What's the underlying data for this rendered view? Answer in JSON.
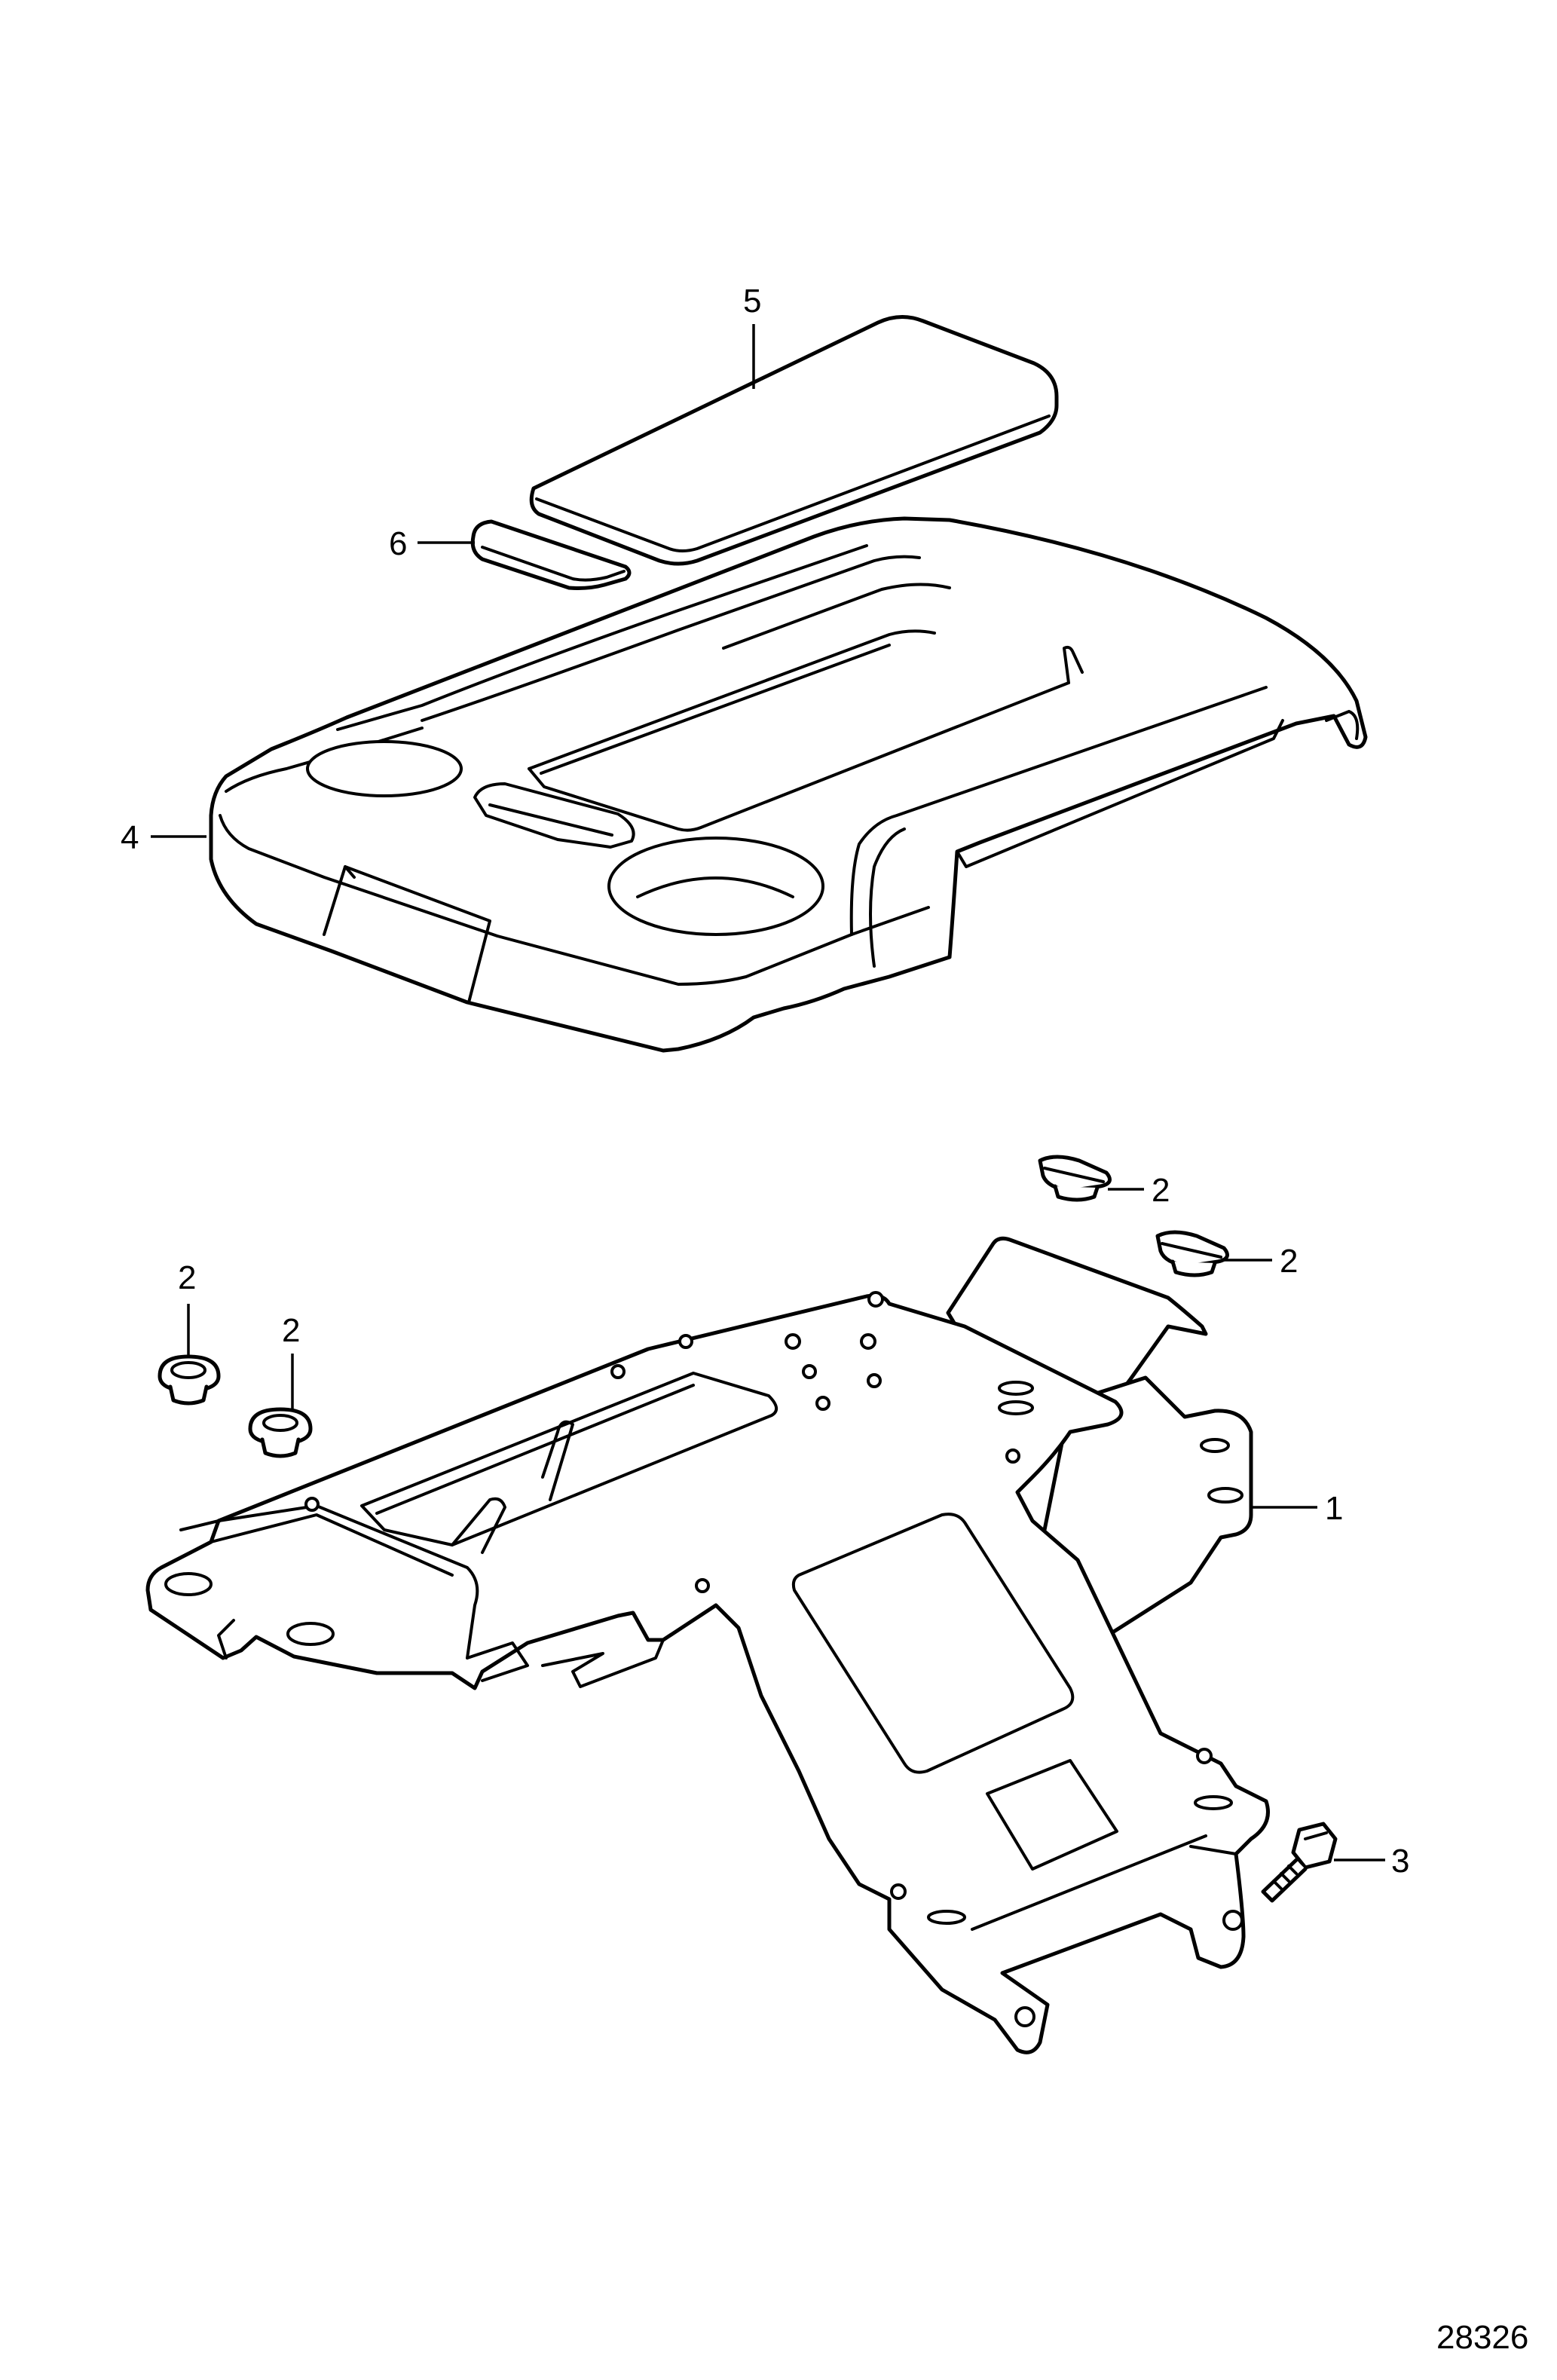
{
  "diagram": {
    "callouts": {
      "part_1": "1",
      "part_2_a": "2",
      "part_2_b": "2",
      "part_2_c": "2",
      "part_2_d": "2",
      "part_3": "3",
      "part_4": "4",
      "part_5": "5",
      "part_6": "6"
    },
    "reference_number": "28326"
  }
}
